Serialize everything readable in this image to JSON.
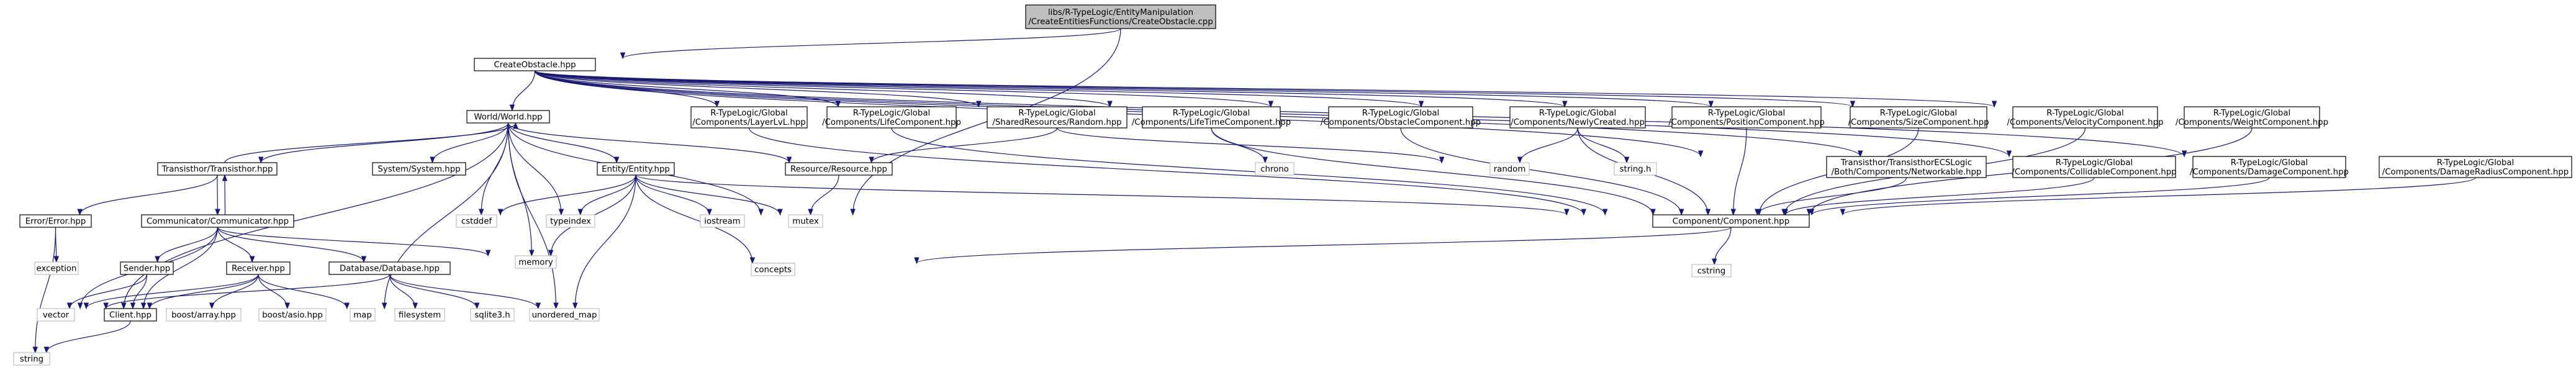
{
  "graph": {
    "colors": {
      "root_fill": "#bfbfbf",
      "border": "#000000",
      "external_border": "#bfbfbf",
      "edge": "#191970"
    },
    "nodes": [
      {
        "id": "root",
        "lines": [
          "libs/R-TypeLogic/EntityManipulation",
          "/CreateEntitiesFunctions/CreateObstacle.cpp"
        ],
        "kind": "root"
      },
      {
        "id": "co",
        "lines": [
          "CreateObstacle.hpp"
        ],
        "kind": "dep"
      },
      {
        "id": "world",
        "lines": [
          "World/World.hpp"
        ],
        "kind": "dep"
      },
      {
        "id": "layer",
        "lines": [
          "R-TypeLogic/Global",
          "/Components/LayerLvL.hpp"
        ],
        "kind": "dep"
      },
      {
        "id": "life",
        "lines": [
          "R-TypeLogic/Global",
          "/Components/LifeComponent.hpp"
        ],
        "kind": "dep"
      },
      {
        "id": "random_h",
        "lines": [
          "R-TypeLogic/Global",
          "/SharedResources/Random.hpp"
        ],
        "kind": "dep"
      },
      {
        "id": "lifetime",
        "lines": [
          "R-TypeLogic/Global",
          "/Components/LifeTimeComponent.hpp"
        ],
        "kind": "dep"
      },
      {
        "id": "obstacle",
        "lines": [
          "R-TypeLogic/Global",
          "/Components/ObstacleComponent.hpp"
        ],
        "kind": "dep"
      },
      {
        "id": "newly",
        "lines": [
          "R-TypeLogic/Global",
          "/Components/NewlyCreated.hpp"
        ],
        "kind": "dep"
      },
      {
        "id": "position",
        "lines": [
          "R-TypeLogic/Global",
          "/Components/PositionComponent.hpp"
        ],
        "kind": "dep"
      },
      {
        "id": "size",
        "lines": [
          "R-TypeLogic/Global",
          "/Components/SizeComponent.hpp"
        ],
        "kind": "dep"
      },
      {
        "id": "velocity",
        "lines": [
          "R-TypeLogic/Global",
          "/Components/VelocityComponent.hpp"
        ],
        "kind": "dep"
      },
      {
        "id": "weight",
        "lines": [
          "R-TypeLogic/Global",
          "/Components/WeightComponent.hpp"
        ],
        "kind": "dep"
      },
      {
        "id": "transisthor",
        "lines": [
          "Transisthor/Transisthor.hpp"
        ],
        "kind": "dep"
      },
      {
        "id": "system",
        "lines": [
          "System/System.hpp"
        ],
        "kind": "dep"
      },
      {
        "id": "entity",
        "lines": [
          "Entity/Entity.hpp"
        ],
        "kind": "dep"
      },
      {
        "id": "resource",
        "lines": [
          "Resource/Resource.hpp"
        ],
        "kind": "dep"
      },
      {
        "id": "chrono",
        "lines": [
          "chrono"
        ],
        "kind": "ext"
      },
      {
        "id": "random",
        "lines": [
          "random"
        ],
        "kind": "ext"
      },
      {
        "id": "stringh",
        "lines": [
          "string.h"
        ],
        "kind": "ext"
      },
      {
        "id": "networkable",
        "lines": [
          "Transisthor/TransisthorECSLogic",
          "/Both/Components/Networkable.hpp"
        ],
        "kind": "dep"
      },
      {
        "id": "collidable",
        "lines": [
          "R-TypeLogic/Global",
          "/Components/CollidableComponent.hpp"
        ],
        "kind": "dep"
      },
      {
        "id": "damage",
        "lines": [
          "R-TypeLogic/Global",
          "/Components/DamageComponent.hpp"
        ],
        "kind": "dep"
      },
      {
        "id": "damageradius",
        "lines": [
          "R-TypeLogic/Global",
          "/Components/DamageRadiusComponent.hpp"
        ],
        "kind": "dep"
      },
      {
        "id": "error",
        "lines": [
          "Error/Error.hpp"
        ],
        "kind": "dep"
      },
      {
        "id": "communicator",
        "lines": [
          "Communicator/Communicator.hpp"
        ],
        "kind": "dep"
      },
      {
        "id": "cstddef",
        "lines": [
          "cstddef"
        ],
        "kind": "ext"
      },
      {
        "id": "typeindex",
        "lines": [
          "typeindex"
        ],
        "kind": "ext"
      },
      {
        "id": "iostream",
        "lines": [
          "iostream"
        ],
        "kind": "ext"
      },
      {
        "id": "mutex",
        "lines": [
          "mutex"
        ],
        "kind": "ext"
      },
      {
        "id": "component",
        "lines": [
          "Component/Component.hpp"
        ],
        "kind": "dep"
      },
      {
        "id": "exception",
        "lines": [
          "exception"
        ],
        "kind": "ext"
      },
      {
        "id": "memory",
        "lines": [
          "memory"
        ],
        "kind": "ext"
      },
      {
        "id": "sender",
        "lines": [
          "Sender.hpp"
        ],
        "kind": "dep"
      },
      {
        "id": "receiver",
        "lines": [
          "Receiver.hpp"
        ],
        "kind": "dep"
      },
      {
        "id": "database",
        "lines": [
          "Database/Database.hpp"
        ],
        "kind": "dep"
      },
      {
        "id": "concepts",
        "lines": [
          "concepts"
        ],
        "kind": "ext"
      },
      {
        "id": "cstring",
        "lines": [
          "cstring"
        ],
        "kind": "ext"
      },
      {
        "id": "vector",
        "lines": [
          "vector"
        ],
        "kind": "ext"
      },
      {
        "id": "client",
        "lines": [
          "Client.hpp"
        ],
        "kind": "dep"
      },
      {
        "id": "boostarray",
        "lines": [
          "boost/array.hpp"
        ],
        "kind": "ext"
      },
      {
        "id": "boostasio",
        "lines": [
          "boost/asio.hpp"
        ],
        "kind": "ext"
      },
      {
        "id": "map",
        "lines": [
          "map"
        ],
        "kind": "ext"
      },
      {
        "id": "filesystem",
        "lines": [
          "filesystem"
        ],
        "kind": "ext"
      },
      {
        "id": "sqlite",
        "lines": [
          "sqlite3.h"
        ],
        "kind": "ext"
      },
      {
        "id": "unordered",
        "lines": [
          "unordered_map"
        ],
        "kind": "ext"
      },
      {
        "id": "string",
        "lines": [
          "string"
        ],
        "kind": "ext"
      }
    ],
    "edges": [
      [
        "root",
        "co"
      ],
      [
        "root",
        "mutex"
      ],
      [
        "co",
        "world"
      ],
      [
        "co",
        "layer"
      ],
      [
        "co",
        "life"
      ],
      [
        "co",
        "random_h"
      ],
      [
        "co",
        "lifetime"
      ],
      [
        "co",
        "obstacle"
      ],
      [
        "co",
        "newly"
      ],
      [
        "co",
        "position"
      ],
      [
        "co",
        "size"
      ],
      [
        "co",
        "velocity"
      ],
      [
        "co",
        "weight"
      ],
      [
        "co",
        "networkable"
      ],
      [
        "co",
        "collidable"
      ],
      [
        "co",
        "damage"
      ],
      [
        "co",
        "damageradius"
      ],
      [
        "world",
        "transisthor"
      ],
      [
        "world",
        "system"
      ],
      [
        "world",
        "entity"
      ],
      [
        "world",
        "resource"
      ],
      [
        "world",
        "memory"
      ],
      [
        "world",
        "map"
      ],
      [
        "world",
        "unordered"
      ],
      [
        "world",
        "typeindex"
      ],
      [
        "world",
        "mutex"
      ],
      [
        "world",
        "vector"
      ],
      [
        "world",
        "cstddef"
      ],
      [
        "transisthor",
        "world"
      ],
      [
        "transisthor",
        "communicator"
      ],
      [
        "transisthor",
        "error"
      ],
      [
        "communicator",
        "transisthor"
      ],
      [
        "communicator",
        "sender"
      ],
      [
        "communicator",
        "receiver"
      ],
      [
        "communicator",
        "database"
      ],
      [
        "communicator",
        "memory"
      ],
      [
        "communicator",
        "client"
      ],
      [
        "communicator",
        "vector"
      ],
      [
        "error",
        "exception"
      ],
      [
        "error",
        "string"
      ],
      [
        "sender",
        "client"
      ],
      [
        "sender",
        "vector"
      ],
      [
        "receiver",
        "client"
      ],
      [
        "receiver",
        "boostarray"
      ],
      [
        "receiver",
        "boostasio"
      ],
      [
        "receiver",
        "map"
      ],
      [
        "receiver",
        "vector"
      ],
      [
        "client",
        "string"
      ],
      [
        "database",
        "filesystem"
      ],
      [
        "database",
        "sqlite"
      ],
      [
        "database",
        "unordered"
      ],
      [
        "database",
        "vector"
      ],
      [
        "entity",
        "cstddef"
      ],
      [
        "entity",
        "typeindex"
      ],
      [
        "entity",
        "iostream"
      ],
      [
        "entity",
        "mutex"
      ],
      [
        "entity",
        "memory"
      ],
      [
        "entity",
        "unordered"
      ],
      [
        "entity",
        "concepts"
      ],
      [
        "entity",
        "component"
      ],
      [
        "resource",
        "mutex"
      ],
      [
        "layer",
        "component"
      ],
      [
        "life",
        "component"
      ],
      [
        "random_h",
        "resource"
      ],
      [
        "random_h",
        "random"
      ],
      [
        "lifetime",
        "component"
      ],
      [
        "lifetime",
        "chrono"
      ],
      [
        "obstacle",
        "component"
      ],
      [
        "newly",
        "component"
      ],
      [
        "newly",
        "random"
      ],
      [
        "newly",
        "stringh"
      ],
      [
        "position",
        "component"
      ],
      [
        "size",
        "component"
      ],
      [
        "velocity",
        "component"
      ],
      [
        "weight",
        "component"
      ],
      [
        "networkable",
        "component"
      ],
      [
        "collidable",
        "component"
      ],
      [
        "damage",
        "component"
      ],
      [
        "damageradius",
        "component"
      ],
      [
        "component",
        "concepts"
      ],
      [
        "component",
        "cstring"
      ]
    ]
  }
}
